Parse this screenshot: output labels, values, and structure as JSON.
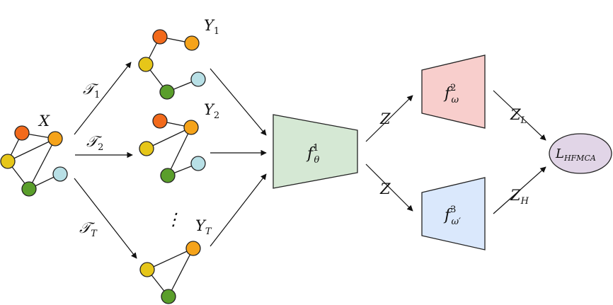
{
  "colors": {
    "orange_red": "#f26a1b",
    "orange": "#f5a31a",
    "yellow": "#e6c619",
    "green": "#5a9e2b",
    "light_blue": "#b8e0e6",
    "encoder_fill": "#d5e8d4",
    "red_fill": "#f8cecc",
    "blue_fill": "#dae8fc",
    "loss_fill": "#e1d5e7"
  },
  "labels": {
    "x": "X",
    "y1": {
      "base": "Y",
      "sub": "1"
    },
    "y2": {
      "base": "Y",
      "sub": "2"
    },
    "yt": {
      "base": "Y",
      "sub": "T"
    },
    "vdots": "⋮",
    "t1": {
      "base": "𝒯",
      "sub": "1"
    },
    "t2": {
      "base": "𝒯",
      "sub": "2"
    },
    "tt": {
      "base": "𝒯",
      "sub": "T"
    },
    "f1": {
      "base": "f",
      "sup": "1",
      "sub": "θ"
    },
    "f2": {
      "base": "f",
      "sup": "2",
      "sub": "ω"
    },
    "f3": {
      "base": "f",
      "sup": "3",
      "sub": "ω′"
    },
    "z_top": "Z",
    "z_bottom": "Z",
    "zl": {
      "base": "Z",
      "sub": "L"
    },
    "zh": {
      "base": "Z",
      "sub": "H"
    },
    "loss": {
      "base": "L",
      "sub": "HFMCA"
    }
  }
}
